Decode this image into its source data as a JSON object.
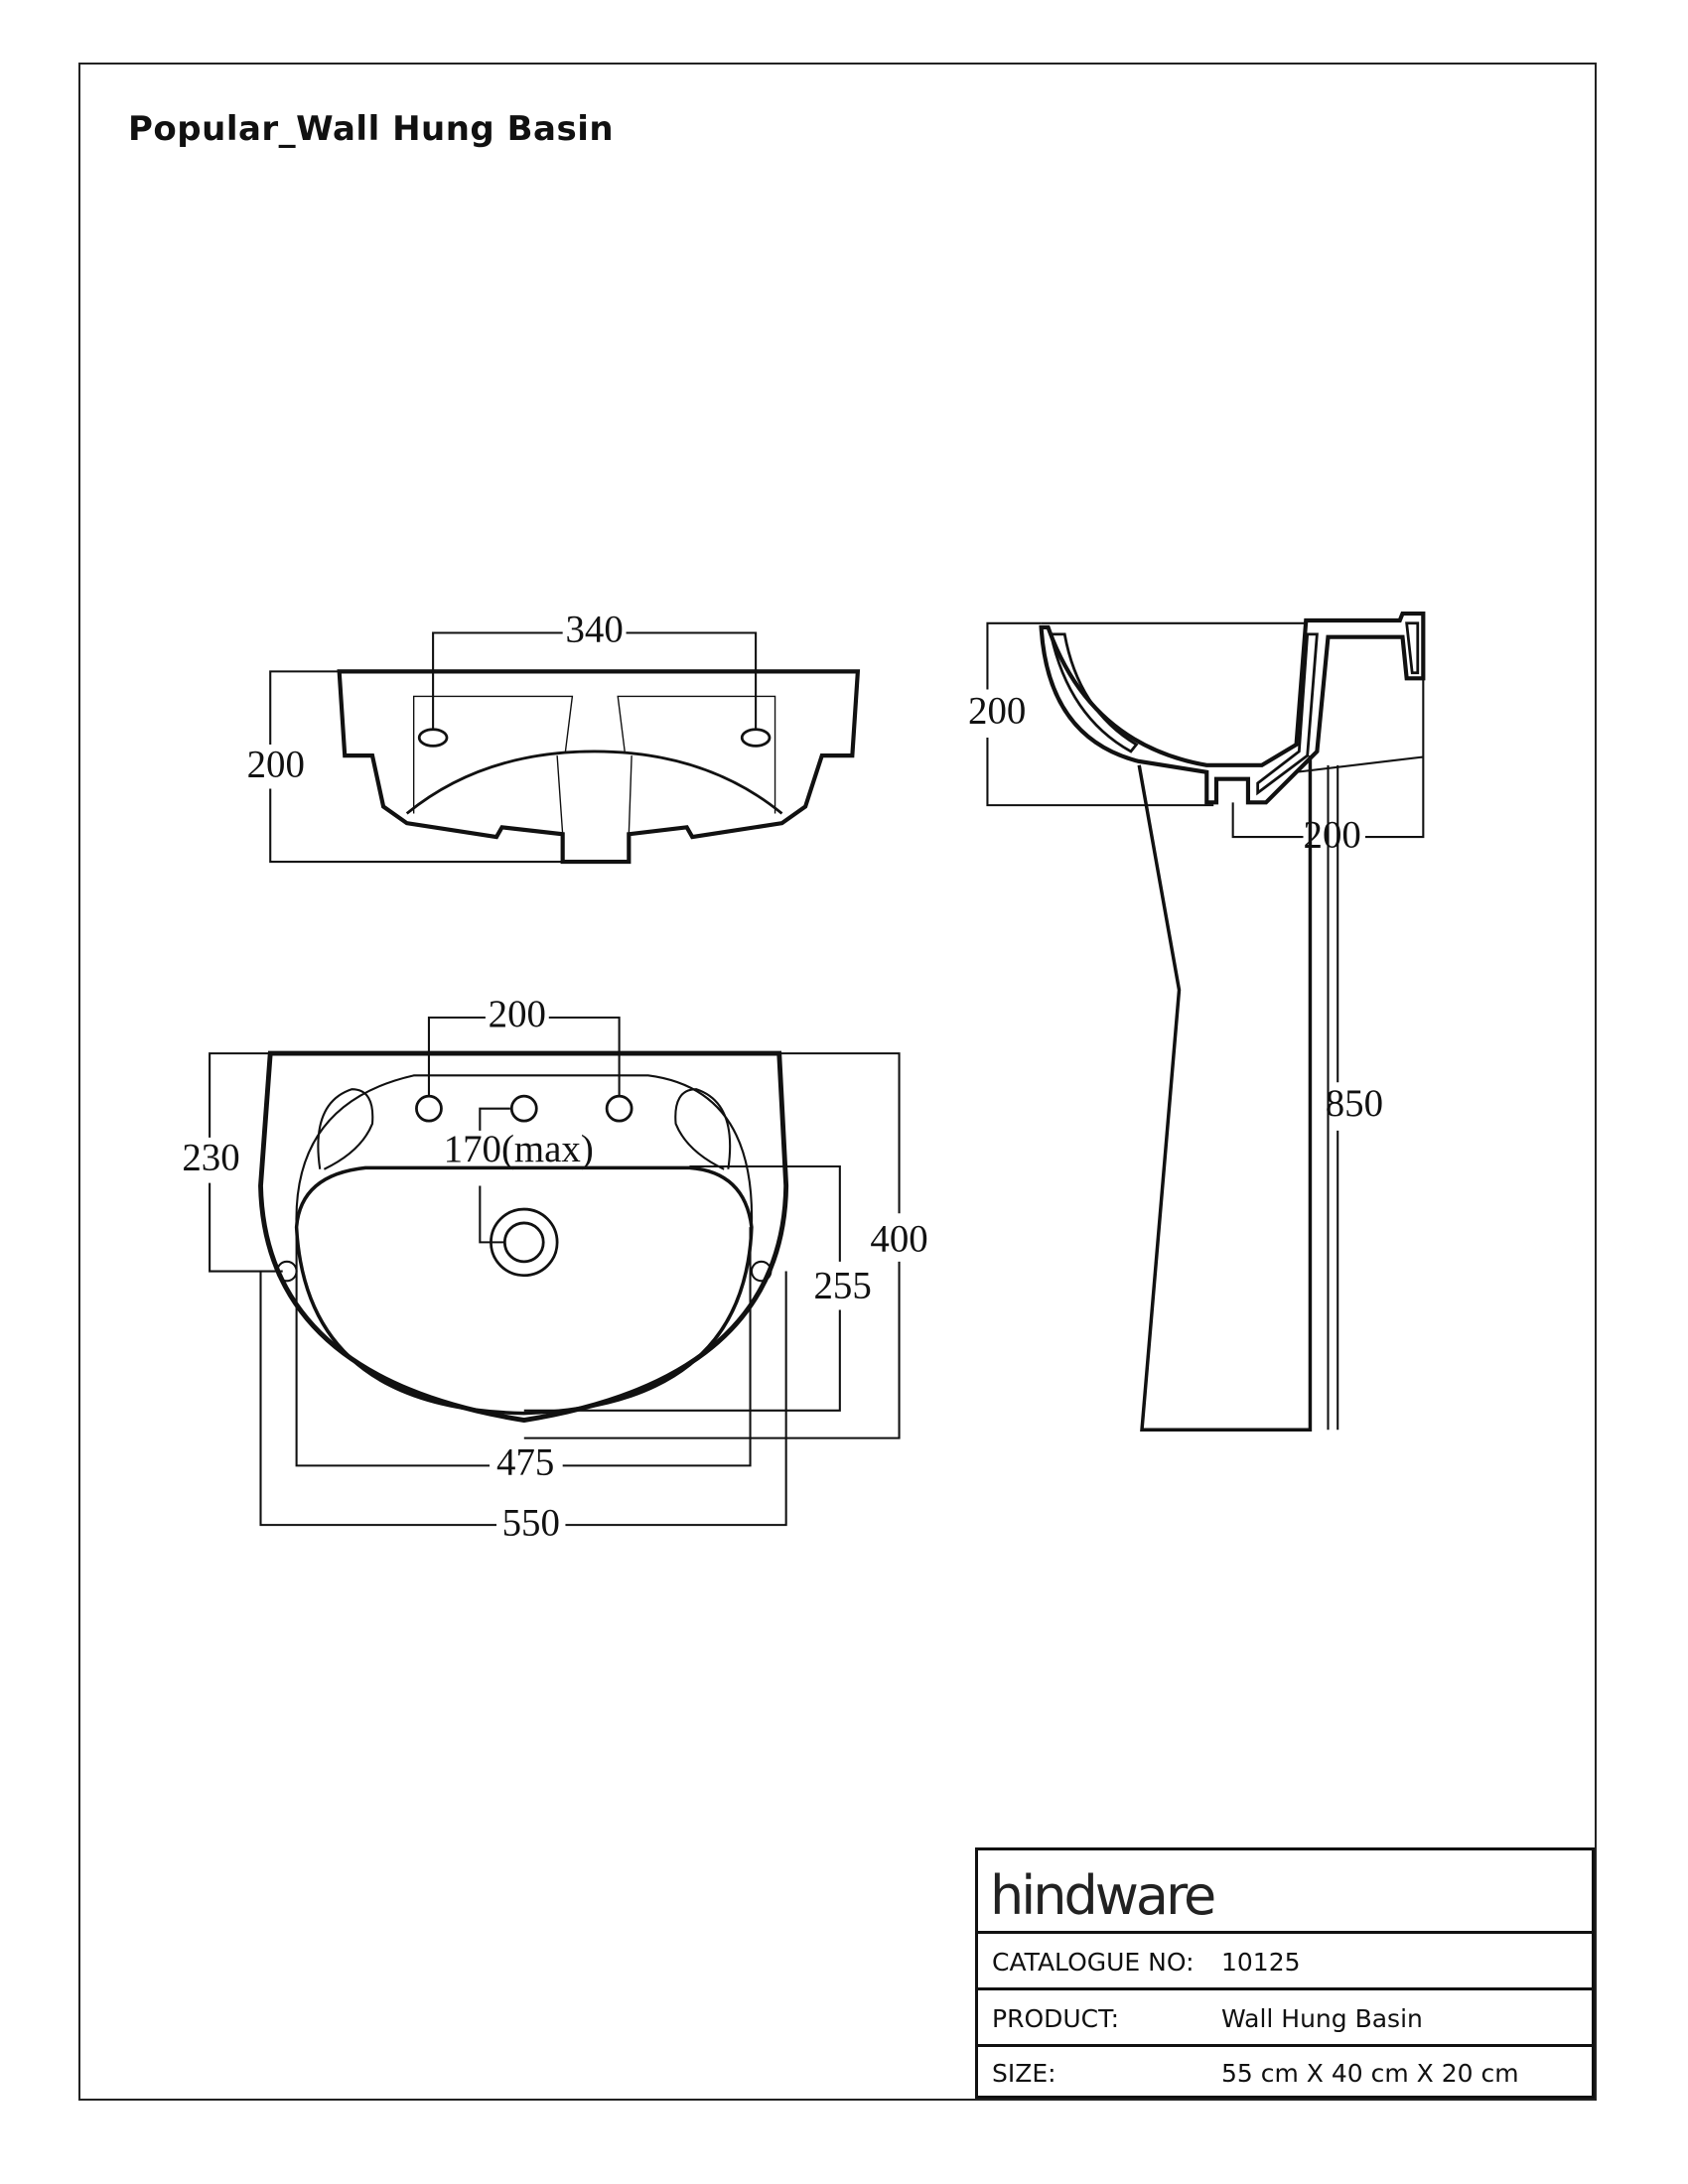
{
  "title": "Popular_Wall Hung Basin",
  "dimensions": {
    "front_tap_spacing": "340",
    "front_height": "200",
    "plan_tap_spacing": "200",
    "plan_waste": "170(max)",
    "plan_fixing_depth": "230",
    "plan_depth": "400",
    "plan_bowl_depth": "255",
    "plan_bowl_width": "475",
    "plan_width": "550",
    "side_height": "200",
    "side_projection": "200",
    "side_total_height": "850"
  },
  "titleblock": {
    "brand": "hindware",
    "catalogue_label": "CATALOGUE NO:",
    "catalogue_value": "10125",
    "product_label": "PRODUCT:",
    "product_value": "Wall Hung Basin",
    "size_label": "SIZE:",
    "size_value": "55 cm X 40 cm X 20 cm"
  }
}
